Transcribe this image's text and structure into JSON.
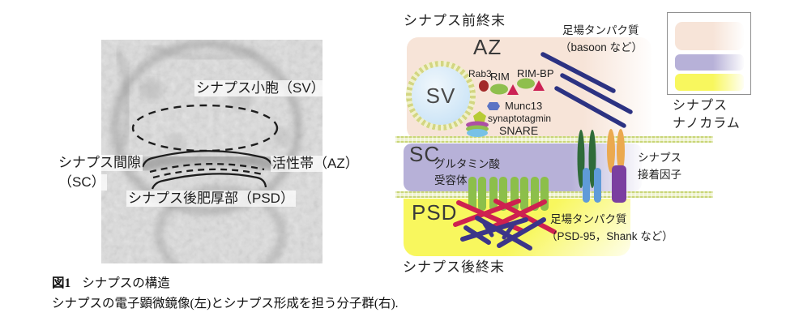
{
  "figure": {
    "caption_number": "図1",
    "caption_title": "シナプスの構造",
    "caption_body": "シナプスの電子顕微鏡像(左)とシナプス形成を担う分子群(右)."
  },
  "em_panel": {
    "labels": {
      "sv": "シナプス小胞（SV）",
      "cleft_line1": "シナプス間隙",
      "cleft_line2": "（SC）",
      "az": "活性帯（AZ）",
      "psd": "シナプス後肥厚部（PSD）"
    }
  },
  "diagram": {
    "presynaptic_label": "シナプス前終末",
    "postsynaptic_label": "シナプス後終末",
    "az_label": "AZ",
    "sc_label": "SC",
    "psd_label": "PSD",
    "sv_label": "SV",
    "molecules": {
      "rab3": "Rab3",
      "rim": "RIM",
      "rim_bp": "RIM-BP",
      "munc13": "Munc13",
      "synaptotagmin": "synaptotagmin",
      "snare": "SNARE",
      "glutamate_line1": "グルタミン酸",
      "glutamate_line2": "受容体",
      "adhesion_line1": "シナプス",
      "adhesion_line2": "接着因子",
      "pre_scaffold_line1": "足場タンパク質",
      "pre_scaffold_line2": "（basoon など）",
      "post_scaffold_line1": "足場タンパク質",
      "post_scaffold_line2": "（PSD-95，Shank など）"
    },
    "legend": {
      "label_line1": "シナプス",
      "label_line2": "ナノカラム"
    },
    "colors": {
      "az_region": "#f7e4d8",
      "sc_region": "#b7b1d8",
      "psd_region": "#f8f75e",
      "membrane": "#c9d677",
      "sv_fill": "#cfe6f7",
      "rab3_red": "#a32a2a",
      "rim_green": "#8fbf4d",
      "triangle_red": "#cc2255",
      "munc13_blue": "#5b74c4",
      "synaptotagmin_green": "#b7cb35",
      "snare_magenta": "#ad4fa5",
      "snare_cyan": "#77c1e6",
      "scaffold_navy": "#2c3282",
      "scaffold_red": "#ce2150",
      "scaffold_dark_purple": "#3c3589",
      "receptor_green": "#8cbf4a",
      "adhesion_dark_green": "#2f6b39",
      "adhesion_blue": "#5f9bd8",
      "adhesion_orange": "#eba94f",
      "adhesion_purple": "#7b3fa0"
    }
  }
}
